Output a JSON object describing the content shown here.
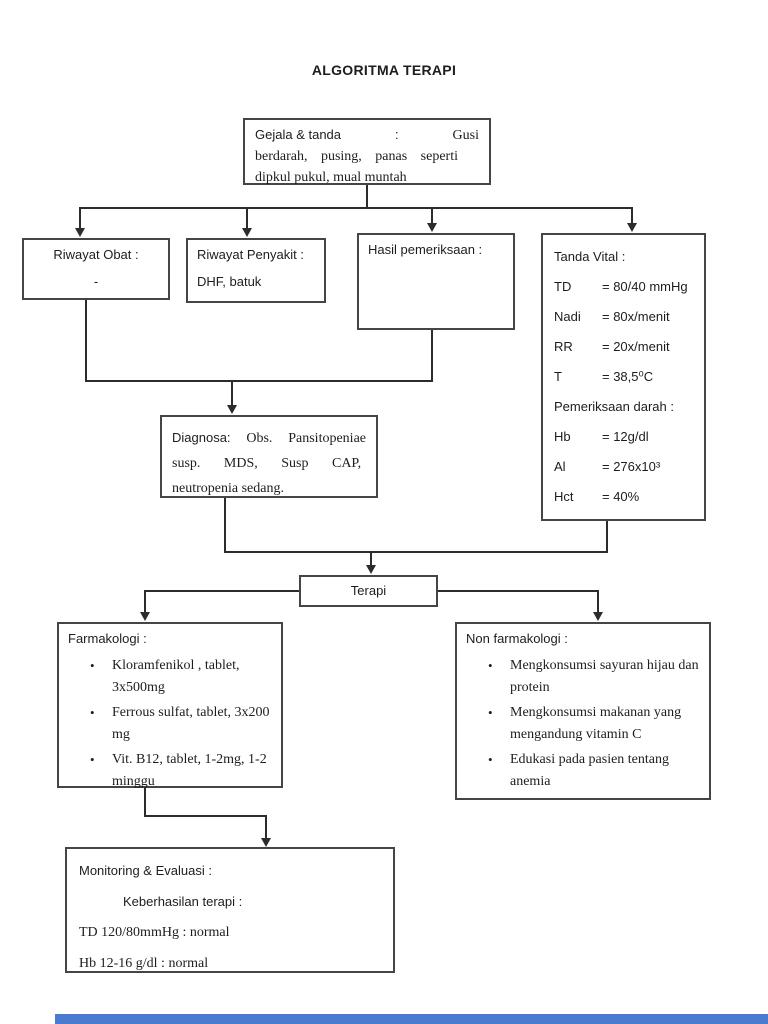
{
  "title": "ALGORITMA TERAPI",
  "gejala": {
    "label": "Gejala & tanda",
    "colon": ":",
    "value_first": "Gusi",
    "line2": "berdarah, pusing, panas seperti",
    "line3": "dipkul pukul, mual muntah"
  },
  "riwayat_obat": {
    "title": "Riwayat Obat :",
    "value": "-"
  },
  "riwayat_penyakit": {
    "title": "Riwayat Penyakit :",
    "value": "DHF, batuk"
  },
  "hasil_pemeriksaan": {
    "title": "Hasil pemeriksaan :"
  },
  "tanda_vital": {
    "title": "Tanda Vital :",
    "vitals": [
      {
        "label": "TD",
        "value": "= 80/40 mmHg"
      },
      {
        "label": "Nadi",
        "value": "= 80x/menit"
      },
      {
        "label": "RR",
        "value": "= 20x/menit"
      },
      {
        "label": "T",
        "value": "= 38,5⁰C"
      }
    ],
    "blood_title": "Pemeriksaan darah :",
    "blood": [
      {
        "label": "Hb",
        "value": "= 12g/dl"
      },
      {
        "label": "Al",
        "value": "= 276x10³"
      },
      {
        "label": "Hct",
        "value": "= 40%"
      }
    ]
  },
  "diagnosa": {
    "label": "Diagnosa:",
    "word_a": "Obs.",
    "word_b": "Pansitopeniae",
    "line2": "susp. MDS, Susp CAP,",
    "line3": "neutropenia sedang."
  },
  "terapi": {
    "title": "Terapi"
  },
  "farmakologi": {
    "title": "Farmakologi :",
    "bullet": "•",
    "items": [
      "Kloramfenikol , tablet, 3x500mg",
      "Ferrous sulfat, tablet, 3x200 mg",
      "Vit. B12, tablet, 1-2mg, 1-2 minggu"
    ]
  },
  "non_farmakologi": {
    "title": "Non farmakologi :",
    "bullet": "•",
    "items": [
      "Mengkonsumsi sayuran hijau dan protein",
      "Mengkonsumsi makanan yang mengandung vitamin C",
      "Edukasi pada pasien tentang anemia"
    ]
  },
  "monitoring": {
    "title": "Monitoring & Evaluasi :",
    "subtitle": "Keberhasilan terapi :",
    "line3": "TD 120/80mmHg : normal",
    "line4": "Hb 12-16 g/dl : normal"
  },
  "colors": {
    "line": "#2c2c2c",
    "page_bar": "#4a7bd0"
  }
}
